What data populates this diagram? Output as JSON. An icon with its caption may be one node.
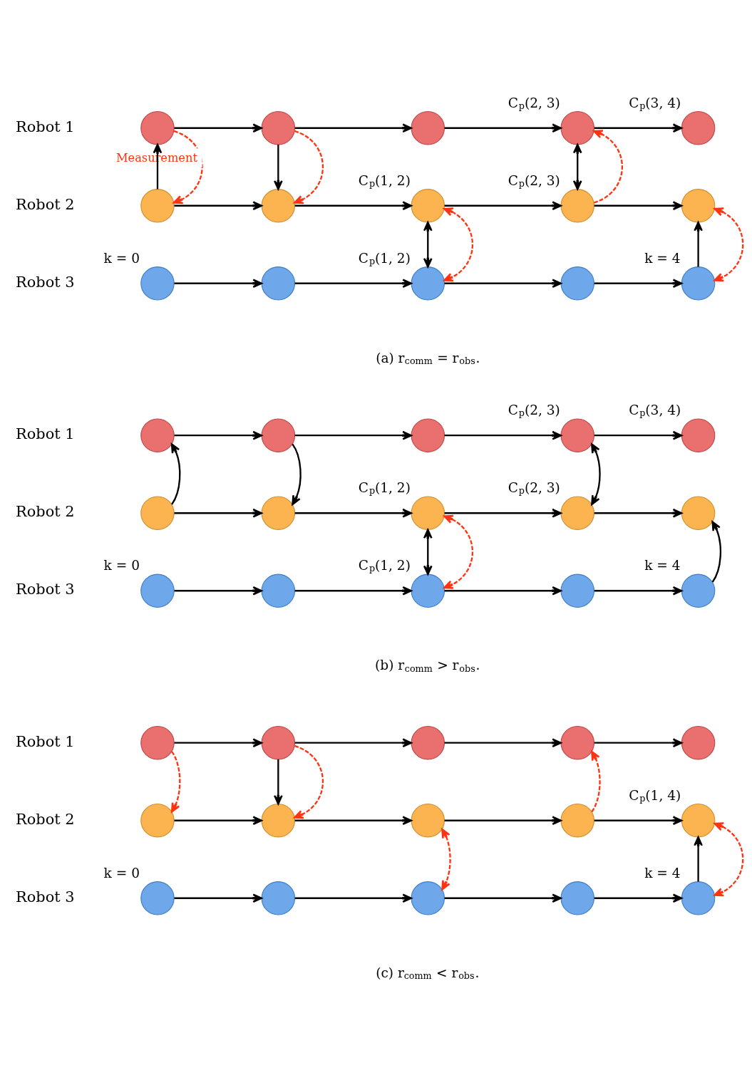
{
  "diagram": {
    "nodes": [
      {
        "text": [],
        "shape": "circle"
      },
      {
        "text": [],
        "shape": "circle"
      },
      {
        "text": [],
        "shape": "circle"
      },
      {
        "text": [],
        "shape": "circle",
        "beside": [
          "C$_{p}$(2, 3)"
        ]
      },
      {
        "text": [],
        "shape": "circle",
        "beside": [
          "C$_{p}$(3, 4)"
        ]
      },
      {
        "text": [],
        "shape": "circle"
      },
      {
        "text": [],
        "shape": "circle"
      },
      {
        "text": [],
        "shape": "circle",
        "beside": [
          "C$_{p}$(1, 2)"
        ]
      },
      {
        "text": [],
        "shape": "circle",
        "beside": [
          "C$_{p}$(2, 3)"
        ]
      },
      {
        "text": [],
        "shape": "circle"
      },
      {
        "text": [],
        "shape": "circle",
        "beside": [
          "k = 0"
        ]
      },
      {
        "text": [],
        "shape": "circle"
      },
      {
        "text": [],
        "shape": "circle",
        "beside": [
          "C$_{p}$(1, 2)"
        ]
      },
      {
        "text": [],
        "shape": "circle"
      },
      {
        "text": [],
        "shape": "circle",
        "beside": [
          "k = 4"
        ]
      },
      {
        "text": [],
        "shape": "circle"
      },
      {
        "text": [],
        "shape": "circle"
      },
      {
        "text": [],
        "shape": "circle"
      },
      {
        "text": [],
        "shape": "circle",
        "beside": [
          "C$_{p}$(2, 3)"
        ]
      },
      {
        "text": [],
        "shape": "circle",
        "beside": [
          "C$_{p}$(3, 4)"
        ]
      },
      {
        "text": [],
        "shape": "circle"
      },
      {
        "text": [],
        "shape": "circle"
      },
      {
        "text": [],
        "shape": "circle",
        "beside": [
          "C$_{p}$(1, 2)"
        ]
      },
      {
        "text": [],
        "shape": "circle",
        "beside": [
          "C$_{p}$(2, 3)"
        ]
      },
      {
        "text": [],
        "shape": "circle"
      },
      {
        "text": [],
        "shape": "circle",
        "beside": [
          "k = 0"
        ]
      },
      {
        "text": [],
        "shape": "circle"
      },
      {
        "text": [],
        "shape": "circle",
        "beside": [
          "C$_{p}$(1, 2)"
        ]
      },
      {
        "text": [],
        "shape": "circle"
      },
      {
        "text": [],
        "shape": "circle",
        "beside": [
          "k = 4"
        ]
      },
      {
        "text": [],
        "shape": "circle"
      },
      {
        "text": [],
        "shape": "circle"
      },
      {
        "text": [],
        "shape": "circle"
      },
      {
        "text": [],
        "shape": "circle"
      },
      {
        "text": [],
        "shape": "circle"
      },
      {
        "text": [],
        "shape": "circle"
      },
      {
        "text": [],
        "shape": "circle"
      },
      {
        "text": [],
        "shape": "circle"
      },
      {
        "text": [],
        "shape": "circle"
      },
      {
        "text": [],
        "shape": "circle",
        "beside": [
          "C$_{p}$(1, 4)"
        ]
      },
      {
        "text": [],
        "shape": "circle",
        "beside": [
          "k = 0"
        ]
      },
      {
        "text": [],
        "shape": "circle"
      },
      {
        "text": [],
        "shape": "circle"
      },
      {
        "text": [],
        "shape": "circle"
      },
      {
        "text": [],
        "shape": "circle",
        "beside": [
          "k = 4"
        ]
      }
    ],
    "edges": [
      {
        "from": 0,
        "to": 1,
        "arrow": "to"
      },
      {
        "from": 1,
        "to": 2,
        "arrow": "to"
      },
      {
        "from": 2,
        "to": 3,
        "arrow": "to"
      },
      {
        "from": 3,
        "to": 4,
        "arrow": "to"
      },
      {
        "from": 5,
        "to": 6,
        "arrow": "to"
      },
      {
        "from": 6,
        "to": 7,
        "arrow": "to"
      },
      {
        "from": 7,
        "to": 8,
        "arrow": "to"
      },
      {
        "from": 8,
        "to": 9,
        "arrow": "to"
      },
      {
        "from": 10,
        "to": 11,
        "arrow": "to"
      },
      {
        "from": 11,
        "to": 12,
        "arrow": "to"
      },
      {
        "from": 12,
        "to": 13,
        "arrow": "to"
      },
      {
        "from": 13,
        "to": 14,
        "arrow": "to"
      },
      {
        "from": 5,
        "to": 0,
        "arrow": "to"
      },
      {
        "from": 0,
        "to": 5,
        "arrow": "to",
        "style": "dashed",
        "color": "#ff3311",
        "label": "Measurement"
      },
      {
        "from": 1,
        "to": 6,
        "arrow": "to"
      },
      {
        "from": 1,
        "to": 6,
        "arrow": "to",
        "style": "dashed",
        "color": "#ff3311"
      },
      {
        "from": 7,
        "to": 12,
        "arrow": "both"
      },
      {
        "from": 7,
        "to": 12,
        "arrow": "both",
        "style": "dashed",
        "color": "#ff3311"
      },
      {
        "from": 3,
        "to": 8,
        "arrow": "both"
      },
      {
        "from": 8,
        "to": 3,
        "arrow": "to",
        "style": "dashed",
        "color": "#ff3311"
      },
      {
        "from": 14,
        "to": 9,
        "arrow": "to"
      },
      {
        "from": 9,
        "to": 14,
        "arrow": "both",
        "style": "dashed",
        "color": "#ff3311"
      },
      {
        "from": 15,
        "to": 16,
        "arrow": "to"
      },
      {
        "from": 16,
        "to": 17,
        "arrow": "to"
      },
      {
        "from": 17,
        "to": 18,
        "arrow": "to"
      },
      {
        "from": 18,
        "to": 19,
        "arrow": "to"
      },
      {
        "from": 20,
        "to": 21,
        "arrow": "to"
      },
      {
        "from": 21,
        "to": 22,
        "arrow": "to"
      },
      {
        "from": 22,
        "to": 23,
        "arrow": "to"
      },
      {
        "from": 23,
        "to": 24,
        "arrow": "to"
      },
      {
        "from": 25,
        "to": 26,
        "arrow": "to"
      },
      {
        "from": 26,
        "to": 27,
        "arrow": "to"
      },
      {
        "from": 27,
        "to": 28,
        "arrow": "to"
      },
      {
        "from": 28,
        "to": 29,
        "arrow": "to"
      },
      {
        "from": 20,
        "to": 15,
        "arrow": "to"
      },
      {
        "from": 16,
        "to": 21,
        "arrow": "to"
      },
      {
        "from": 22,
        "to": 27,
        "arrow": "both"
      },
      {
        "from": 22,
        "to": 27,
        "arrow": "both",
        "style": "dashed",
        "color": "#ff3311"
      },
      {
        "from": 18,
        "to": 23,
        "arrow": "both"
      },
      {
        "from": 29,
        "to": 24,
        "arrow": "to"
      },
      {
        "from": 30,
        "to": 31,
        "arrow": "to"
      },
      {
        "from": 31,
        "to": 32,
        "arrow": "to"
      },
      {
        "from": 32,
        "to": 33,
        "arrow": "to"
      },
      {
        "from": 33,
        "to": 34,
        "arrow": "to"
      },
      {
        "from": 35,
        "to": 36,
        "arrow": "to"
      },
      {
        "from": 36,
        "to": 37,
        "arrow": "to"
      },
      {
        "from": 37,
        "to": 38,
        "arrow": "to"
      },
      {
        "from": 38,
        "to": 39,
        "arrow": "to"
      },
      {
        "from": 40,
        "to": 41,
        "arrow": "to"
      },
      {
        "from": 41,
        "to": 42,
        "arrow": "to"
      },
      {
        "from": 42,
        "to": 43,
        "arrow": "to"
      },
      {
        "from": 43,
        "to": 44,
        "arrow": "to"
      },
      {
        "from": 30,
        "to": 35,
        "arrow": "to",
        "style": "dashed",
        "color": "#ff3311"
      },
      {
        "from": 31,
        "to": 36,
        "arrow": "to"
      },
      {
        "from": 31,
        "to": 36,
        "arrow": "to",
        "style": "dashed",
        "color": "#ff3311"
      },
      {
        "from": 37,
        "to": 42,
        "arrow": "both",
        "style": "dashed",
        "color": "#ff3311"
      },
      {
        "from": 38,
        "to": 33,
        "arrow": "to",
        "style": "dashed",
        "color": "#ff3311"
      },
      {
        "from": 44,
        "to": 39,
        "arrow": "to"
      },
      {
        "from": 39,
        "to": 44,
        "arrow": "both",
        "style": "dashed",
        "color": "#ff3311"
      }
    ],
    "labels": [
      "Robot 1",
      "Robot 2",
      "Robot 3",
      "(a) r$_{comm}$ = r$_{obs}$.",
      "Robot 1",
      "Robot 2",
      "Robot 3",
      "(b) r$_{comm}$ > r$_{obs}$.",
      "Robot 1",
      "Robot 2",
      "Robot 3",
      "(c) r$_{comm}$ < r$_{obs}$."
    ]
  }
}
